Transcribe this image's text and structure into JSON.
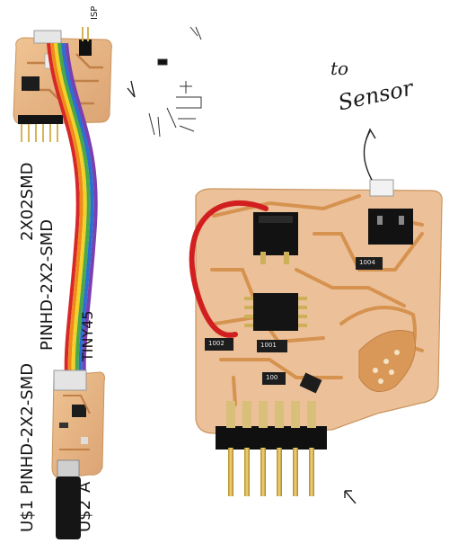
{
  "annotations": {
    "to_label": "to",
    "sensor_label": "Sensor"
  },
  "silkscreen": {
    "u1": "U$1",
    "u2": "U$2",
    "pinhd_a": "PINHD-2X2-SMD",
    "pinhd_b": "PINHD-2X2-SMD",
    "part_2x02": "2X02SMD",
    "tiny": "TINY45",
    "a_mark": "A",
    "isp": "ISP"
  },
  "resistors": {
    "r1": "1002",
    "r2": "1001",
    "r3": "1004",
    "r4": "100"
  },
  "colors": {
    "board": "#e8b07c",
    "copper": "#d99858",
    "ribbon_red": "#d62828",
    "ribbon_orange": "#f08a1c",
    "ribbon_yellow": "#f2d22a",
    "ribbon_green": "#4aa84a",
    "ribbon_blue": "#2b6fd1",
    "ribbon_violet": "#7b3fb0"
  }
}
